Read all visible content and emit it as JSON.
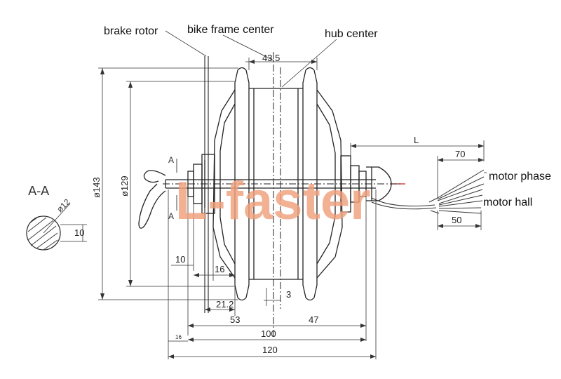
{
  "watermark": "L-faster",
  "labels": {
    "brake_rotor": "brake rotor",
    "bike_frame_center": "bike frame center",
    "hub_center": "hub center",
    "motor_phase": "motor phase",
    "motor_hall": "motor hall"
  },
  "section": {
    "title": "A-A",
    "diameter": "ø12",
    "flat": "10",
    "mark_top": "A",
    "mark_bottom": "A"
  },
  "dimensions": {
    "top_offset": "43.5",
    "dia_143": "ø143",
    "dia_129": "ø129",
    "cable_L": "L",
    "cable_70": "70",
    "cable_50": "50",
    "d10": "10",
    "d16": "16",
    "d21_2": "21.2",
    "d3": "3",
    "d53": "53",
    "d47": "47",
    "d100": "100",
    "d16_small": "16",
    "d120": "120"
  },
  "colors": {
    "line": "#222222",
    "watermark": "#f0a07c",
    "cable_tip": "#cc2222"
  }
}
